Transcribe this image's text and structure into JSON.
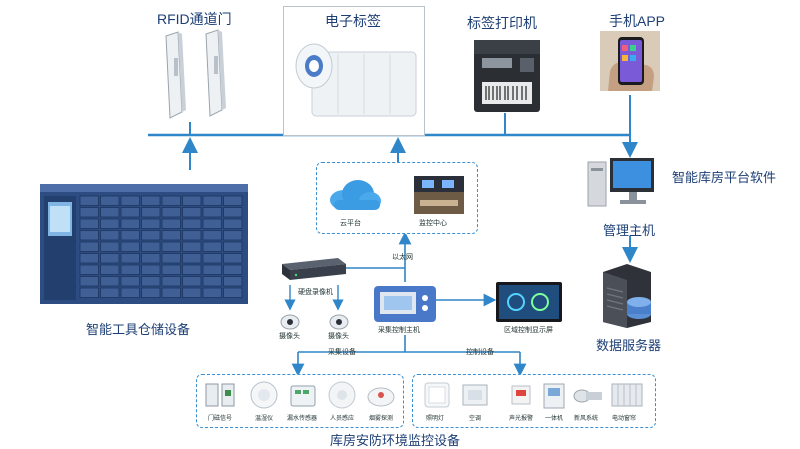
{
  "labels": {
    "rfid_gate": "RFID通道门",
    "e_label": "电子标签",
    "label_printer": "标签打印机",
    "mobile_app": "手机APP",
    "platform_software": "智能库房平台软件",
    "management_host": "管理主机",
    "data_server": "数据服务器",
    "tool_storage": "智能工具仓储设备",
    "cloud_platform": "云平台",
    "monitor_center": "监控中心",
    "ethernet": "以太网",
    "nvr": "硬盘录像机",
    "camera_1": "摄像头",
    "camera_2": "摄像头",
    "acquisition_host": "采集控制主机",
    "area_display": "区域控制显示屏",
    "acquisition_devices": "采集设备",
    "control_devices": "控制设备",
    "environment_monitoring": "库房安防环境监控设备"
  },
  "acquisition_items": [
    "门磁信号",
    "温湿仪",
    "漏水传感器",
    "人员感应",
    "烟雾探测"
  ],
  "control_items": [
    "照明灯",
    "空调",
    "声光报警",
    "一体机",
    "新风系统",
    "电动窗帘"
  ],
  "colors": {
    "line": "#2f86c8",
    "text": "#1d3f75",
    "dash": "#3b8fd0"
  }
}
